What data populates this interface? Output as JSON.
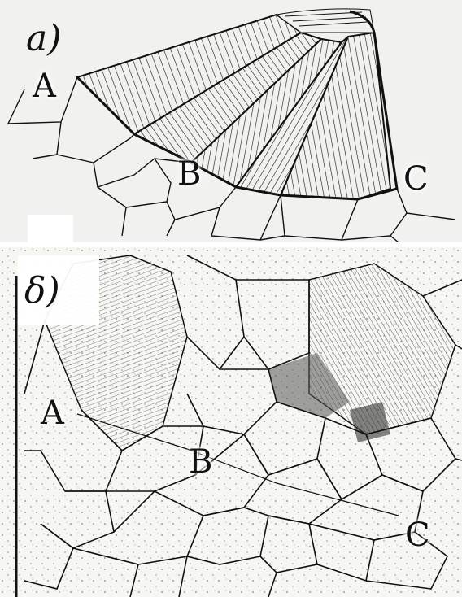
{
  "panels": {
    "a": {
      "label": "a)",
      "points": {
        "A": "A",
        "B": "B",
        "C": "C"
      }
    },
    "b": {
      "label": "δ)",
      "points": {
        "A": "A",
        "B": "B",
        "C": "C"
      }
    }
  },
  "colors": {
    "ink": "#111111",
    "paper_a": "#f1f1ef",
    "paper_b": "#f6f6f3"
  }
}
